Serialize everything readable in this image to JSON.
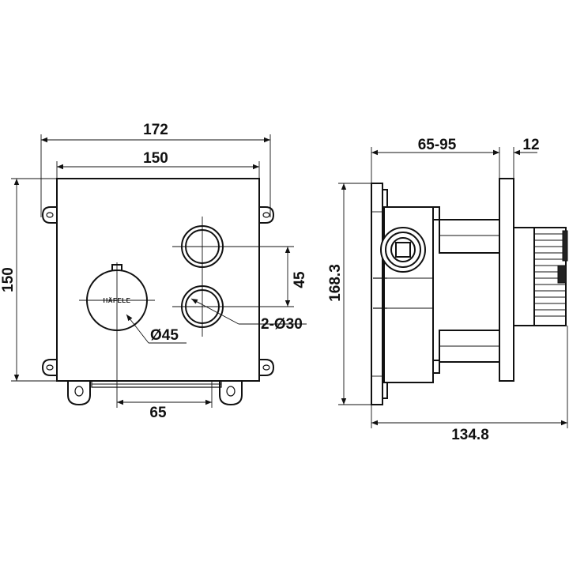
{
  "dimensions": {
    "front_total_width": "172",
    "front_plate_width": "150",
    "front_height": "150",
    "button_spacing": "45",
    "button_diameter": "2-Ø30",
    "knob_diameter": "Ø45",
    "knob_offset": "65",
    "side_depth": "65-95",
    "side_plate_thickness": "12",
    "side_height": "168.3",
    "side_total_depth": "134.8"
  },
  "logo": {
    "text": "HÄFELE"
  },
  "colors": {
    "line": "#111111",
    "background": "#ffffff"
  }
}
